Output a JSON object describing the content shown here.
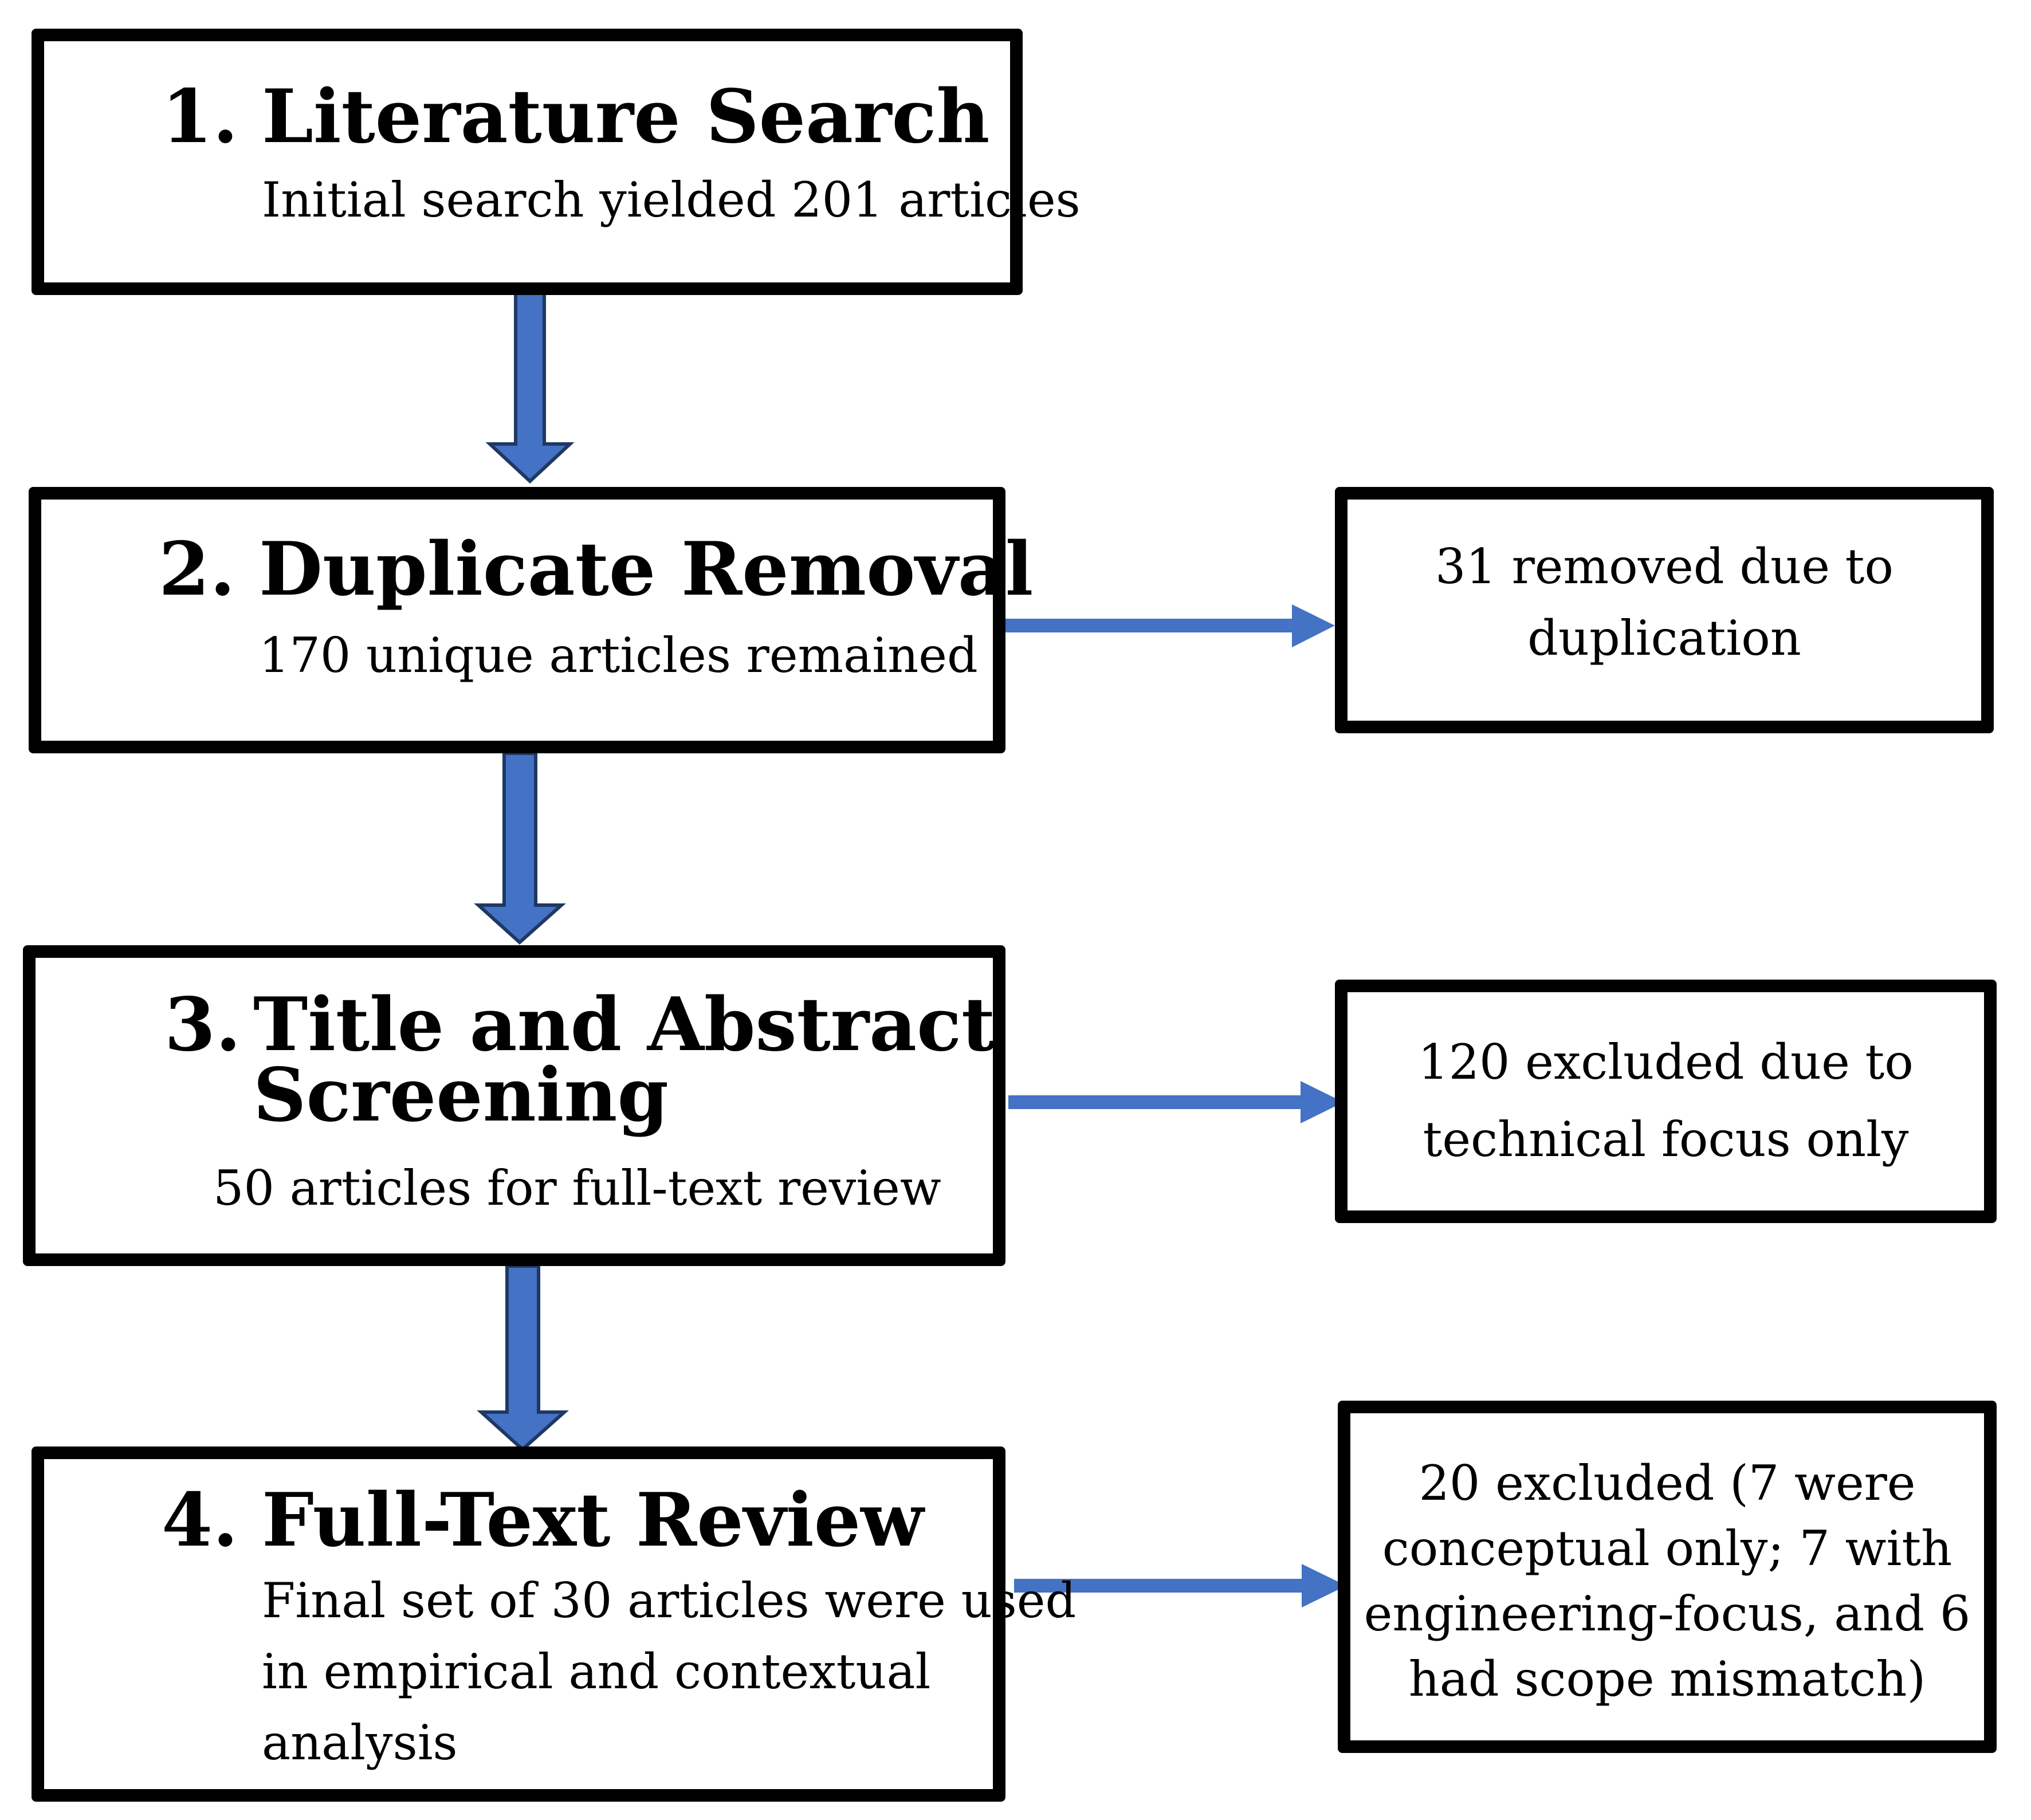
{
  "steps": [
    {
      "number": "1.",
      "title": "Literature Search",
      "title_line2": "",
      "description": "Initial search yielded 201 articles"
    },
    {
      "number": "2.",
      "title": "Duplicate Removal",
      "title_line2": "",
      "description": "170 unique articles remained"
    },
    {
      "number": "3.",
      "title": "Title and Abstract",
      "title_line2": "Screening",
      "description": "50 articles for full-text review"
    },
    {
      "number": "4.",
      "title": "Full-Text Review",
      "title_line2": "",
      "description_lines": [
        "Final set of 30 articles were used",
        "in empirical and contextual",
        "analysis"
      ]
    }
  ],
  "exclusions": [
    {
      "lines": [
        "31 removed due to",
        "duplication"
      ]
    },
    {
      "lines": [
        "120 excluded due to",
        "technical focus only"
      ]
    },
    {
      "lines": [
        "20 excluded (7 were",
        "conceptual only; 7 with",
        "engineering-focus, and 6",
        "had scope mismatch)"
      ]
    }
  ],
  "colors": {
    "arrow_fill": "#4472C4",
    "arrow_stroke": "#1F3864",
    "border": "#000000"
  }
}
